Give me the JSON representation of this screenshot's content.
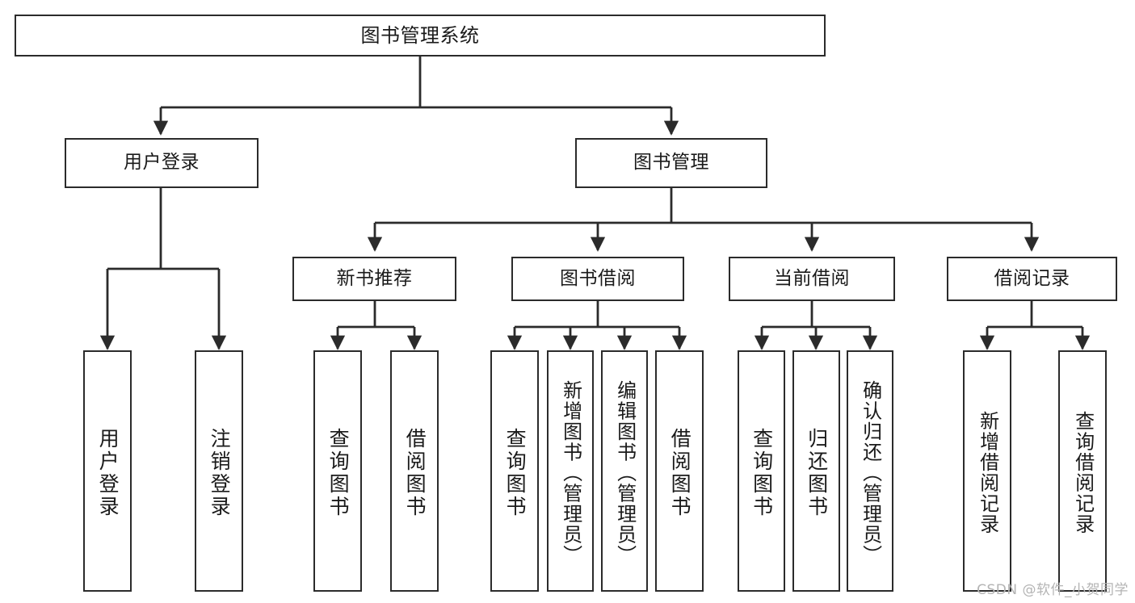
{
  "diagram": {
    "title": "图书管理系统",
    "type": "tree-hierarchy-diagram",
    "watermark": "CSDN @软件_小贺同学",
    "colors": {
      "background": "#ffffff",
      "node_border": "#2b2b2b",
      "node_fill": "#ffffff",
      "edge": "#2b2b2b",
      "text": "#1a1a1a",
      "watermark": "#b4b4b4"
    },
    "levels": {
      "root": {
        "label": "图书管理系统"
      },
      "level2": [
        {
          "label": "用户登录"
        },
        {
          "label": "图书管理"
        }
      ],
      "level3": [
        {
          "label": "新书推荐"
        },
        {
          "label": "图书借阅"
        },
        {
          "label": "当前借阅"
        },
        {
          "label": "借阅记录"
        }
      ],
      "level4": [
        {
          "label": "用户登录",
          "parent": "用户登录"
        },
        {
          "label": "注销登录",
          "parent": "用户登录"
        },
        {
          "label": "查询图书",
          "parent": "新书推荐"
        },
        {
          "label": "借阅图书",
          "parent": "新书推荐"
        },
        {
          "label": "查询图书",
          "parent": "图书借阅"
        },
        {
          "label": "新增图书（管理员）",
          "parent": "图书借阅"
        },
        {
          "label": "编辑图书（管理员）",
          "parent": "图书借阅"
        },
        {
          "label": "借阅图书",
          "parent": "图书借阅"
        },
        {
          "label": "查询图书",
          "parent": "当前借阅"
        },
        {
          "label": "归还图书",
          "parent": "当前借阅"
        },
        {
          "label": "确认归还（管理员）",
          "parent": "当前借阅"
        },
        {
          "label": "新增借阅记录",
          "parent": "借阅记录"
        },
        {
          "label": "查询借阅记录",
          "parent": "借阅记录"
        }
      ]
    }
  }
}
